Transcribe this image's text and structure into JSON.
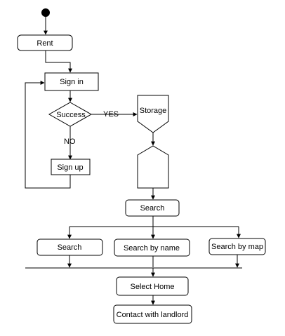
{
  "diagram": {
    "nodes": {
      "rent": "Rent",
      "sign_in": "Sign in",
      "success": "Success",
      "sign_up": "Sign up",
      "storage": "Storage",
      "search_main": "Search",
      "search": "Search",
      "search_by_name": "Search by name",
      "search_by_map": "Search by map",
      "select_home": "Select Home",
      "contact": "Contact with landlord"
    },
    "edge_labels": {
      "yes": "YES",
      "no": "NO"
    }
  }
}
